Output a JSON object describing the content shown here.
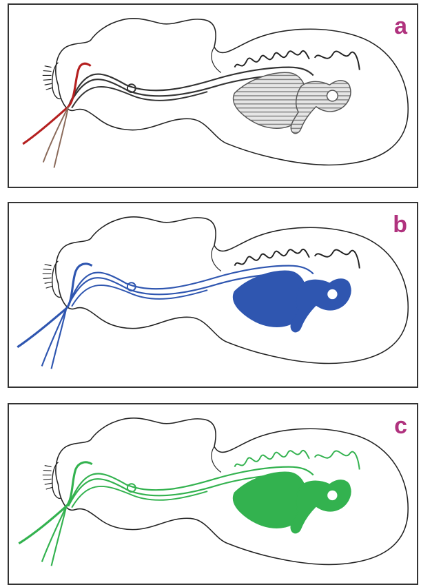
{
  "panels": [
    {
      "id": "a",
      "label": "a",
      "highlight_color": "#b52020",
      "organ_fill": "#9a9a9a",
      "organ_style": "hatched-gray"
    },
    {
      "id": "b",
      "label": "b",
      "highlight_color": "#2f56b0",
      "organ_fill": "#2f56b0",
      "organ_style": "solid"
    },
    {
      "id": "c",
      "label": "c",
      "highlight_color": "#33b24f",
      "organ_fill": "#33b24f",
      "organ_style": "solid"
    }
  ],
  "colors": {
    "outline": "#222222",
    "label": "#b0327e",
    "frame": "#333333"
  }
}
